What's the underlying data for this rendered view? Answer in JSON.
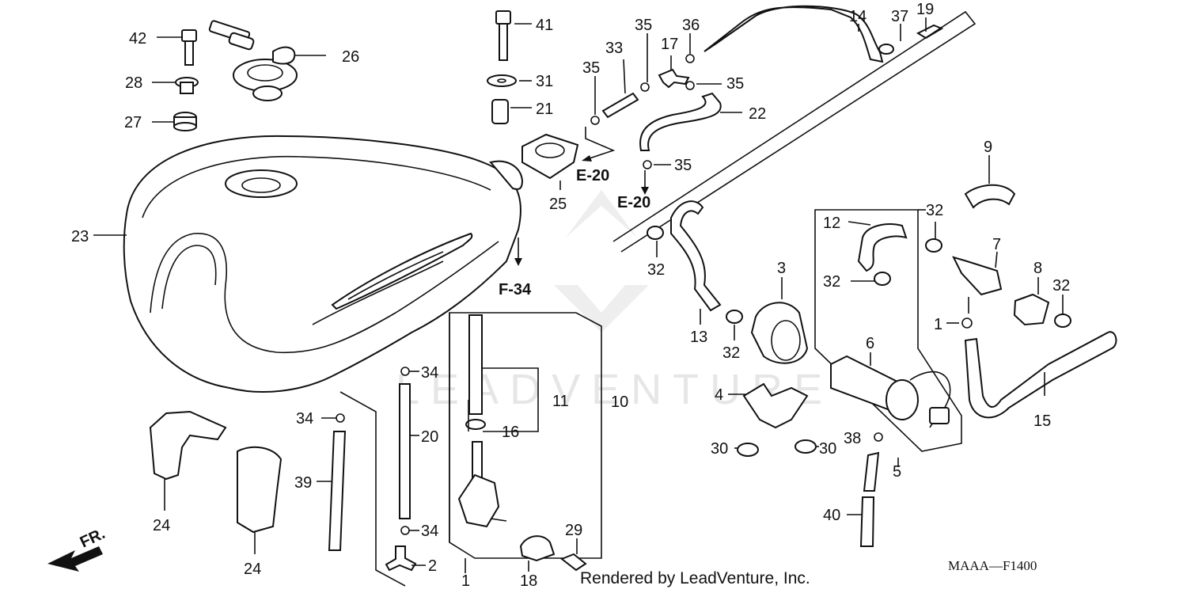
{
  "diagram": {
    "part_labels": [
      {
        "id": "p42",
        "text": "42"
      },
      {
        "id": "p26",
        "text": "26"
      },
      {
        "id": "p28",
        "text": "28"
      },
      {
        "id": "p27",
        "text": "27"
      },
      {
        "id": "p23",
        "text": "23"
      },
      {
        "id": "p24a",
        "text": "24"
      },
      {
        "id": "p24b",
        "text": "24"
      },
      {
        "id": "p41",
        "text": "41"
      },
      {
        "id": "p31",
        "text": "31"
      },
      {
        "id": "p21",
        "text": "21"
      },
      {
        "id": "p25",
        "text": "25"
      },
      {
        "id": "p35a",
        "text": "35"
      },
      {
        "id": "p33",
        "text": "33"
      },
      {
        "id": "p35b",
        "text": "35"
      },
      {
        "id": "p17",
        "text": "17"
      },
      {
        "id": "p36",
        "text": "36"
      },
      {
        "id": "p35c",
        "text": "35"
      },
      {
        "id": "p22",
        "text": "22"
      },
      {
        "id": "p35d",
        "text": "35"
      },
      {
        "id": "p14",
        "text": "14"
      },
      {
        "id": "p37",
        "text": "37"
      },
      {
        "id": "p19",
        "text": "19"
      },
      {
        "id": "p9",
        "text": "9"
      },
      {
        "id": "p32a",
        "text": "32"
      },
      {
        "id": "p12",
        "text": "12"
      },
      {
        "id": "p32b",
        "text": "32"
      },
      {
        "id": "p3",
        "text": "3"
      },
      {
        "id": "p32c",
        "text": "32"
      },
      {
        "id": "p13",
        "text": "13"
      },
      {
        "id": "p32d",
        "text": "32"
      },
      {
        "id": "p7",
        "text": "7"
      },
      {
        "id": "p8",
        "text": "8"
      },
      {
        "id": "p32e",
        "text": "32"
      },
      {
        "id": "p1a",
        "text": "1"
      },
      {
        "id": "p6",
        "text": "6"
      },
      {
        "id": "p4",
        "text": "4"
      },
      {
        "id": "p15",
        "text": "15"
      },
      {
        "id": "p30a",
        "text": "30"
      },
      {
        "id": "p30b",
        "text": "30"
      },
      {
        "id": "p38",
        "text": "38"
      },
      {
        "id": "p5",
        "text": "5"
      },
      {
        "id": "p40",
        "text": "40"
      },
      {
        "id": "p34a",
        "text": "34"
      },
      {
        "id": "p34b",
        "text": "34"
      },
      {
        "id": "p34c",
        "text": "34"
      },
      {
        "id": "p20",
        "text": "20"
      },
      {
        "id": "p11",
        "text": "11"
      },
      {
        "id": "p10",
        "text": "10"
      },
      {
        "id": "p16",
        "text": "16"
      },
      {
        "id": "p39",
        "text": "39"
      },
      {
        "id": "p2",
        "text": "2"
      },
      {
        "id": "p1b",
        "text": "1"
      },
      {
        "id": "p18",
        "text": "18"
      },
      {
        "id": "p29",
        "text": "29"
      }
    ],
    "references": {
      "e20_a": "E-20",
      "e20_b": "E-20",
      "f34": "F-34"
    },
    "front_indicator": "FR.",
    "diagram_code": "MAAA—F1400",
    "footer_text": "Rendered by LeadVenture, Inc.",
    "watermark_text": "LEADVENTURE"
  }
}
